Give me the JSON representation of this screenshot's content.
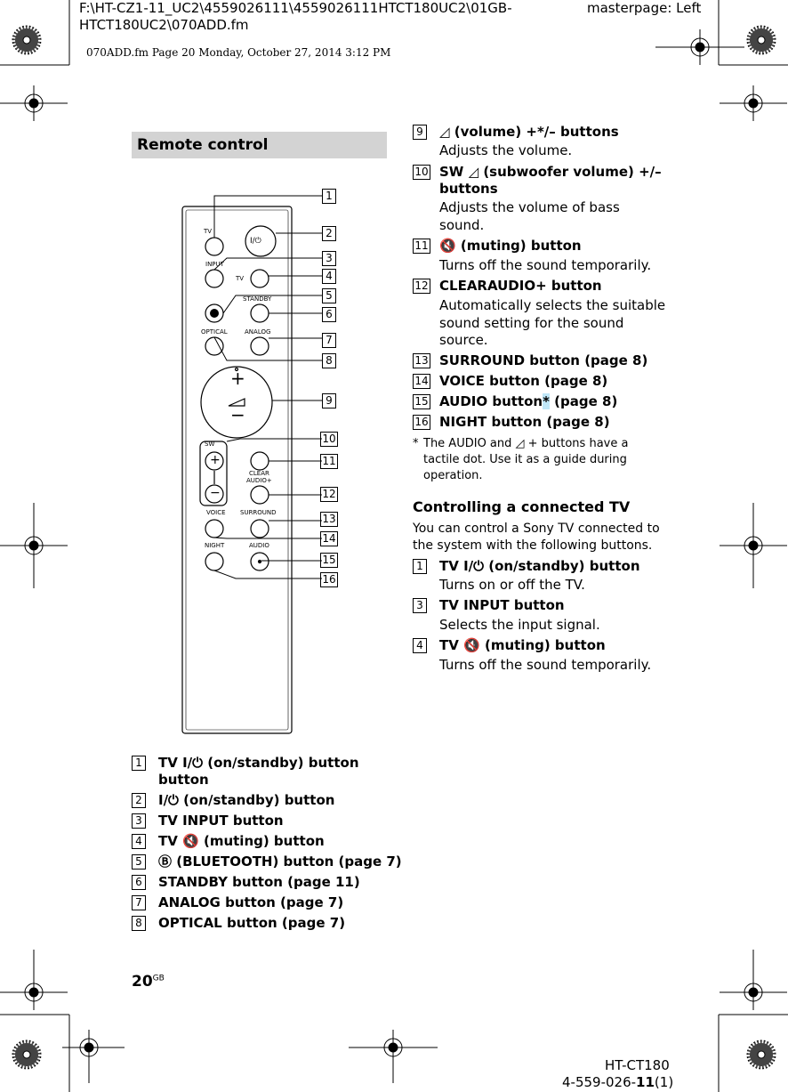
{
  "header": {
    "path_line1": "F:\\HT-CZ1-11_UC2\\4559026111\\4559026111HTCT180UC2\\01GB-",
    "path_line2": "HTCT180UC2\\070ADD.fm",
    "masterpage": "masterpage: Left",
    "stamp": "070ADD.fm  Page 20  Monday, October 27, 2014  3:12 PM"
  },
  "section_title": "Remote control",
  "remote": {
    "tv_power": "TV",
    "power_symbol": "I/⏻",
    "input": "INPUT",
    "tv_mid": "TV",
    "standby": "STANDBY",
    "optical": "OPTICAL",
    "analog": "ANALOG",
    "sw": "SW",
    "clear": "CLEAR",
    "audio_plus": "AUDIO+",
    "voice": "VOICE",
    "surround": "SURROUND",
    "night": "NIGHT",
    "audio": "AUDIO",
    "plus": "+",
    "minus": "−",
    "bt": "B"
  },
  "callouts": [
    "1",
    "2",
    "3",
    "4",
    "5",
    "6",
    "7",
    "8",
    "9",
    "10",
    "11",
    "12",
    "13",
    "14",
    "15",
    "16"
  ],
  "left_items": [
    {
      "num": "1",
      "title": "TV I/⏻ (on/standby) button",
      "title2": "button"
    },
    {
      "num": "2",
      "title": "I/⏻ (on/standby) button"
    },
    {
      "num": "3",
      "title": "TV INPUT button"
    },
    {
      "num": "4",
      "title": "TV 🔇 (muting) button"
    },
    {
      "num": "5",
      "title": "Ⓑ (BLUETOOTH) button (page 7)"
    },
    {
      "num": "6",
      "title": "STANDBY button (page 11)"
    },
    {
      "num": "7",
      "title": "ANALOG button (page 7)"
    },
    {
      "num": "8",
      "title": "OPTICAL button (page 7)"
    }
  ],
  "right_items": [
    {
      "num": "9",
      "title": "◿ (volume) +*/– buttons",
      "desc": [
        "Adjusts the volume."
      ]
    },
    {
      "num": "10",
      "title": "SW ◿ (subwoofer volume) +/–",
      "title2": "buttons",
      "desc": [
        "Adjusts the volume of bass",
        "sound."
      ]
    },
    {
      "num": "11",
      "title": "🔇 (muting) button",
      "desc": [
        "Turns off the sound temporarily."
      ]
    },
    {
      "num": "12",
      "title": "CLEARAUDIO+ button",
      "desc": [
        "Automatically selects the suitable",
        "sound setting for the sound",
        "source."
      ]
    },
    {
      "num": "13",
      "title": "SURROUND button (page 8)"
    },
    {
      "num": "14",
      "title": "VOICE button (page 8)"
    },
    {
      "num": "15",
      "title_a": "AUDIO button",
      "title_star": "*",
      "title_b": " (page 8)"
    },
    {
      "num": "16",
      "title": "NIGHT button (page 8)"
    }
  ],
  "footnote": {
    "star": "*",
    "line1": "The AUDIO and ◿ + buttons have a",
    "line2": "tactile dot. Use it as a guide during",
    "line3": "operation."
  },
  "tv_section": {
    "heading": "Controlling a connected TV",
    "intro1": "You can control a Sony TV connected to",
    "intro2": "the system with the following buttons.",
    "items": [
      {
        "num": "1",
        "title": "TV I/⏻ (on/standby) button",
        "desc": "Turns on or off the TV."
      },
      {
        "num": "3",
        "title": "TV INPUT button",
        "desc": "Selects the input signal."
      },
      {
        "num": "4",
        "title": "TV 🔇 (muting) button",
        "desc": "Turns off the sound temporarily."
      }
    ]
  },
  "page_number": "20",
  "page_suffix": "GB",
  "footer": {
    "model": "HT-CT180",
    "code_a": "4-559-026-",
    "code_b": "11",
    "code_c": "(1)"
  }
}
